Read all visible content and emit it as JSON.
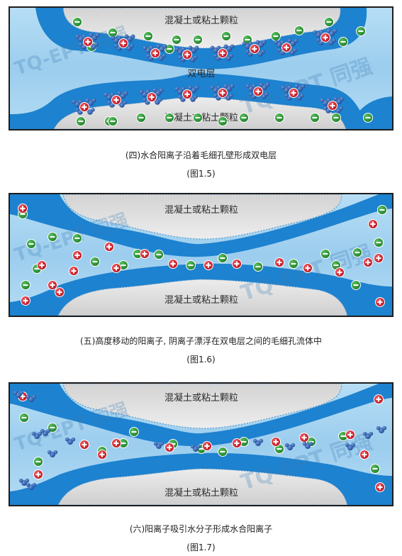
{
  "panels": [
    {
      "particle_label": "混凝土或粘土颗粒",
      "layer_label": "双电层",
      "caption": "(四)水合阳离子沿着毛细孔壁形成双电层",
      "figure": "(图1.5)"
    },
    {
      "particle_label": "混凝土或粘土颗粒",
      "caption": "(五)高度移动的阳离子, 阴离子漂浮在双电层之间的毛细孔流体中",
      "figure": "(图1.6)"
    },
    {
      "particle_label": "混凝土或粘土颗粒",
      "caption": "(六)阳离子吸引水分子形成水合阳离子",
      "figure": "(图1.7)"
    }
  ],
  "watermark": {
    "text": "TQ-EPT 同强"
  },
  "colors": {
    "fluid": "#9fd0ee",
    "layer": "#1d82cf",
    "particle": "#e2e2e2",
    "cation": "#d81e2a",
    "anion": "#2f9a3a",
    "water": "#2c5ea8"
  }
}
